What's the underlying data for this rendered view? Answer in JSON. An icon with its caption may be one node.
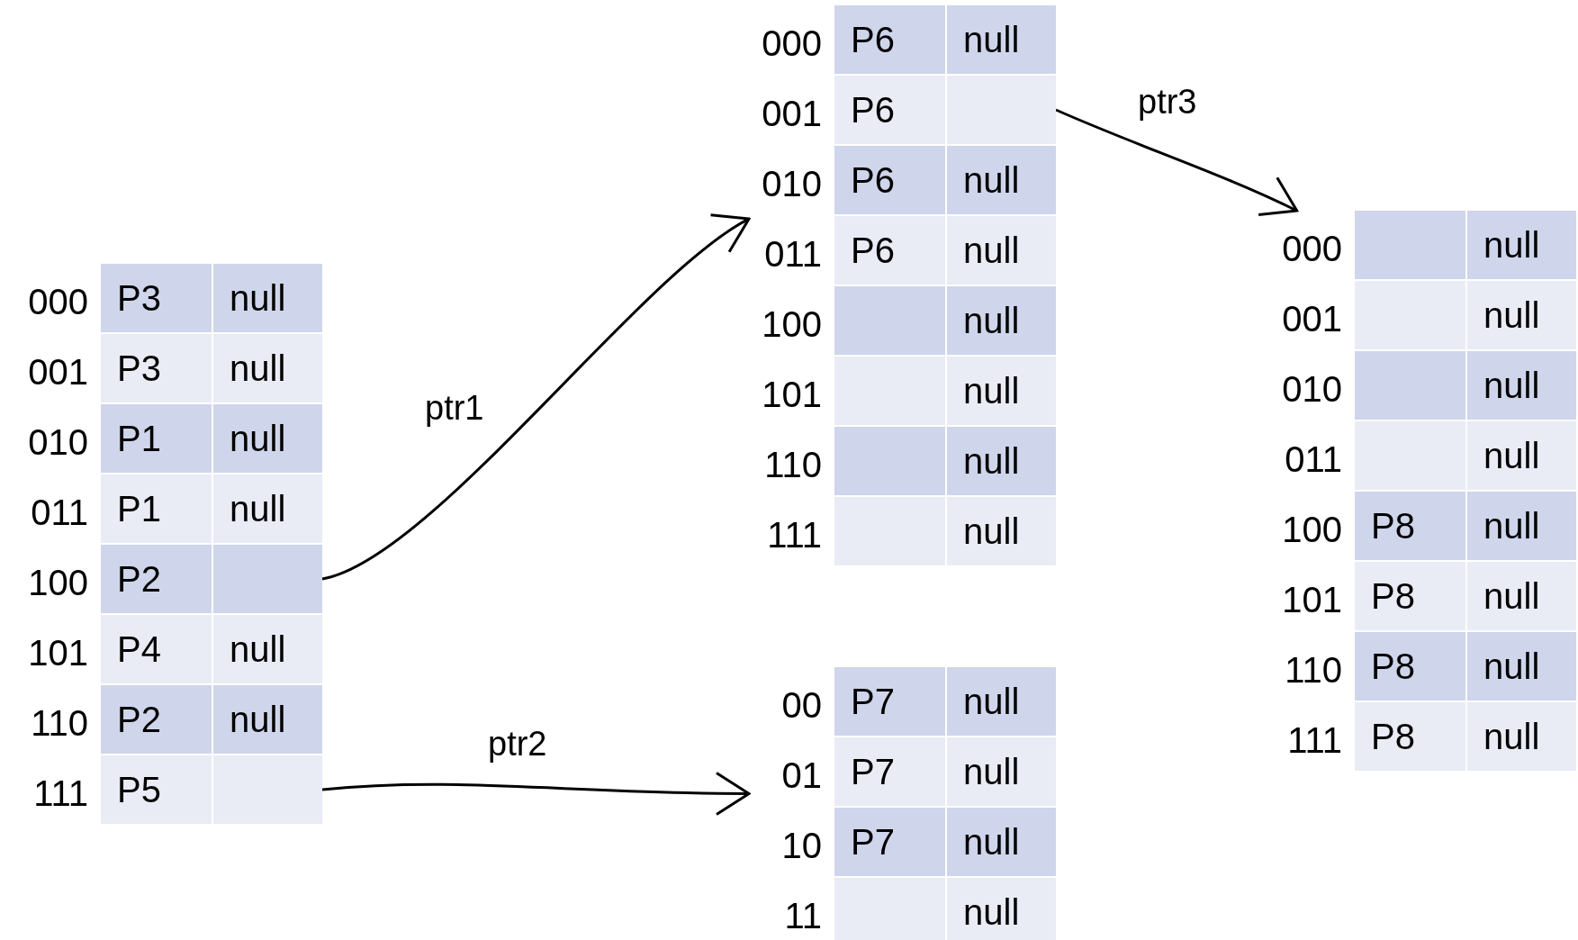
{
  "diagram": {
    "nodes": [
      {
        "text": [],
        "shape": "box"
      },
      {
        "text": [
          "P3"
        ],
        "in": 0,
        "beside": [
          "000"
        ]
      },
      {
        "text": [
          "null"
        ],
        "in": 0
      },
      {
        "text": [
          "P3"
        ],
        "in": 0,
        "beside": [
          "001"
        ]
      },
      {
        "text": [
          "null"
        ],
        "in": 0
      },
      {
        "text": [
          "P1"
        ],
        "in": 0,
        "beside": [
          "010"
        ]
      },
      {
        "text": [
          "null"
        ],
        "in": 0
      },
      {
        "text": [
          "P1"
        ],
        "in": 0,
        "beside": [
          "011"
        ]
      },
      {
        "text": [
          "null"
        ],
        "in": 0
      },
      {
        "text": [
          "P2"
        ],
        "in": 0,
        "beside": [
          "100"
        ]
      },
      {
        "text": [],
        "shape": "box",
        "in": 0
      },
      {
        "text": [
          "P4"
        ],
        "in": 0,
        "beside": [
          "101"
        ]
      },
      {
        "text": [
          "null"
        ],
        "in": 0
      },
      {
        "text": [
          "P2"
        ],
        "in": 0,
        "beside": [
          "110"
        ]
      },
      {
        "text": [
          "null"
        ],
        "in": 0
      },
      {
        "text": [
          "P5"
        ],
        "in": 0,
        "beside": [
          "111"
        ]
      },
      {
        "text": [],
        "shape": "box",
        "in": 0
      },
      {
        "text": [],
        "shape": "box"
      },
      {
        "text": [
          "P6"
        ],
        "in": 17,
        "beside": [
          "000"
        ]
      },
      {
        "text": [
          "null"
        ],
        "in": 17
      },
      {
        "text": [
          "P6"
        ],
        "in": 17,
        "beside": [
          "001"
        ]
      },
      {
        "text": [],
        "shape": "box",
        "in": 17
      },
      {
        "text": [
          "P6"
        ],
        "in": 17,
        "beside": [
          "010"
        ]
      },
      {
        "text": [
          "null"
        ],
        "in": 17
      },
      {
        "text": [
          "P6"
        ],
        "in": 17,
        "beside": [
          "011"
        ]
      },
      {
        "text": [
          "null"
        ],
        "in": 17
      },
      {
        "text": [],
        "shape": "box",
        "in": 17,
        "beside": [
          "100"
        ]
      },
      {
        "text": [
          "null"
        ],
        "in": 17
      },
      {
        "text": [],
        "shape": "box",
        "in": 17,
        "beside": [
          "101"
        ]
      },
      {
        "text": [
          "null"
        ],
        "in": 17
      },
      {
        "text": [],
        "shape": "box",
        "in": 17,
        "beside": [
          "110"
        ]
      },
      {
        "text": [
          "null"
        ],
        "in": 17
      },
      {
        "text": [],
        "shape": "box",
        "in": 17,
        "beside": [
          "111"
        ]
      },
      {
        "text": [
          "null"
        ],
        "in": 17
      },
      {
        "text": [],
        "shape": "box"
      },
      {
        "text": [
          "P7"
        ],
        "in": 34,
        "beside": [
          "00"
        ]
      },
      {
        "text": [
          "null"
        ],
        "in": 34
      },
      {
        "text": [
          "P7"
        ],
        "in": 34,
        "beside": [
          "01"
        ]
      },
      {
        "text": [
          "null"
        ],
        "in": 34
      },
      {
        "text": [
          "P7"
        ],
        "in": 34,
        "beside": [
          "10"
        ]
      },
      {
        "text": [
          "null"
        ],
        "in": 34
      },
      {
        "text": [],
        "shape": "box",
        "in": 34,
        "beside": [
          "11"
        ]
      },
      {
        "text": [
          "null"
        ],
        "in": 34
      },
      {
        "text": [],
        "shape": "box"
      },
      {
        "text": [],
        "shape": "box",
        "in": 43,
        "beside": [
          "000"
        ]
      },
      {
        "text": [
          "null"
        ],
        "in": 43
      },
      {
        "text": [],
        "shape": "box",
        "in": 43,
        "beside": [
          "001"
        ]
      },
      {
        "text": [
          "null"
        ],
        "in": 43
      },
      {
        "text": [],
        "shape": "box",
        "in": 43,
        "beside": [
          "010"
        ]
      },
      {
        "text": [
          "null"
        ],
        "in": 43
      },
      {
        "text": [],
        "shape": "box",
        "in": 43,
        "beside": [
          "011"
        ]
      },
      {
        "text": [
          "null"
        ],
        "in": 43
      },
      {
        "text": [
          "P8"
        ],
        "in": 43,
        "beside": [
          "100"
        ]
      },
      {
        "text": [
          "null"
        ],
        "in": 43
      },
      {
        "text": [
          "P8"
        ],
        "in": 43,
        "beside": [
          "101"
        ]
      },
      {
        "text": [
          "null"
        ],
        "in": 43
      },
      {
        "text": [
          "P8"
        ],
        "in": 43,
        "beside": [
          "110"
        ]
      },
      {
        "text": [
          "null"
        ],
        "in": 43
      },
      {
        "text": [
          "P8"
        ],
        "in": 43,
        "beside": [
          "111"
        ]
      },
      {
        "text": [
          "null"
        ],
        "in": 43
      }
    ],
    "edges": [
      {
        "from": 10,
        "to": 17,
        "arrow": "to",
        "label": "ptr1"
      },
      {
        "from": 16,
        "to": 34,
        "arrow": "to",
        "label": "ptr2"
      },
      {
        "from": 21,
        "to": 43,
        "arrow": "to",
        "label": "ptr3"
      }
    ]
  }
}
